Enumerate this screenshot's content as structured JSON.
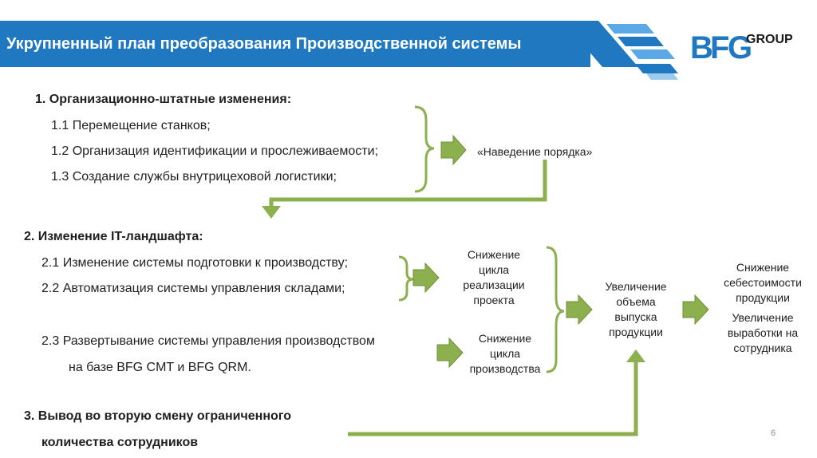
{
  "header": {
    "title": "Укрупненный план преобразования Производственной системы"
  },
  "logo": {
    "letters_b": "B",
    "letters_f": "F",
    "letters_g": "G",
    "group": "GROUP"
  },
  "sections": {
    "s1": {
      "title": "1. Организационно-штатные изменения:",
      "items": [
        "1.1 Перемещение станков;",
        "1.2 Организация идентификации и прослеживаемости;",
        "1.3 Создание службы внутрицеховой логистики;"
      ],
      "result": "«Наведение порядка»"
    },
    "s2": {
      "title": "2. Изменение IT-ландшафта:",
      "items": [
        "2.1 Изменение системы подготовки к производству;",
        "2.2 Автоматизация системы управления складами;",
        "2.3 Развертывание системы управления производством",
        "на базе BFG CMT и BFG QRM."
      ],
      "result_a": [
        "Снижение",
        "цикла",
        "реализации",
        "проекта"
      ],
      "result_b": [
        "Снижение",
        "цикла",
        "производства"
      ]
    },
    "s3": {
      "title_line1": "3. Вывод во вторую смену ограниченного",
      "title_line2": "количества сотрудников"
    }
  },
  "outcomes": {
    "middle": [
      "Увеличение",
      "объема",
      "выпуска",
      "продукции"
    ],
    "final_a": [
      "Снижение",
      "себестоимости",
      "продукции"
    ],
    "final_b": [
      "Увеличение",
      "выработки на",
      "сотрудника"
    ]
  },
  "page_number": "6",
  "colors": {
    "brand_blue": "#1f78c0",
    "arrow_green": "#8db04e",
    "arrow_outline": "#6f8e3a"
  }
}
